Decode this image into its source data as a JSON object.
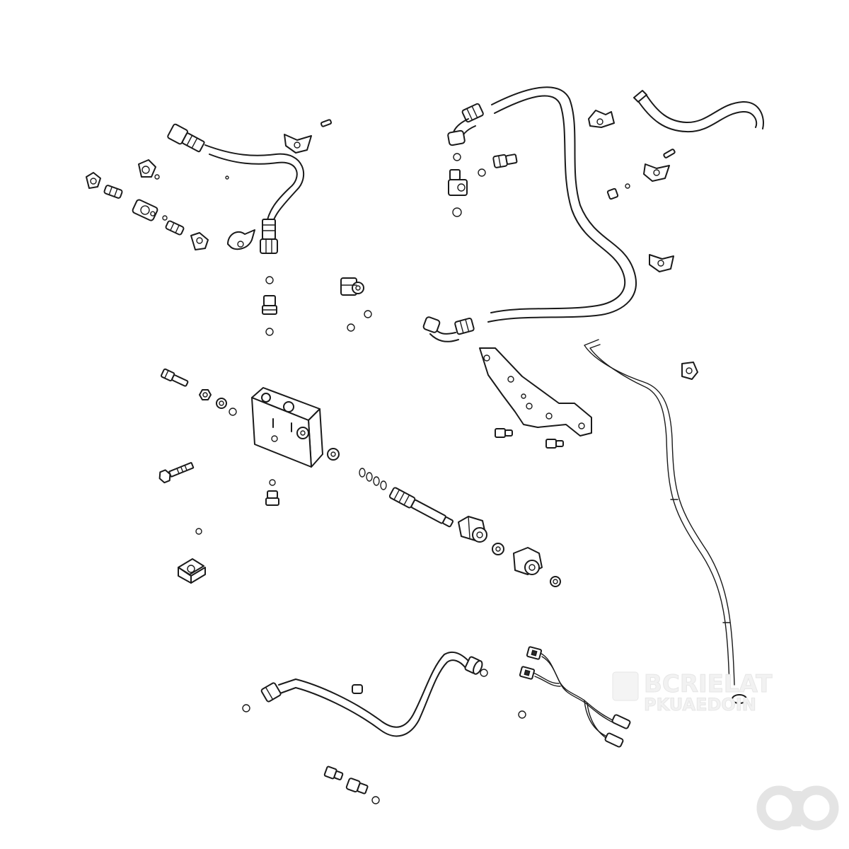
{
  "diagram": {
    "type": "exploded-parts-diagram",
    "parts": [
      "hose-assembly-upper-left",
      "hose-assembly-upper-right",
      "curved-hose-right",
      "valve-block",
      "spool-valve-cartridge",
      "mounting-bracket",
      "rigid-tube-long",
      "rigid-tube-lower",
      "wire-harness",
      "clamps",
      "o-rings",
      "fittings",
      "bolts",
      "nuts"
    ]
  },
  "watermark": {
    "line1": "BCRIELAT",
    "line2": "PKUAEDOIN"
  },
  "colors": {
    "ink": "#1a1a1a",
    "paper": "#ffffff",
    "watermark": "#e6e6e6"
  }
}
